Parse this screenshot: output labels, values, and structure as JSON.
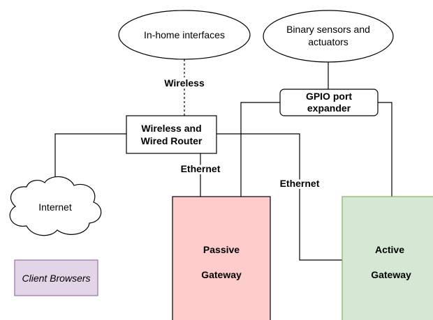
{
  "nodes": {
    "in_home_interfaces": {
      "label": "In-home interfaces"
    },
    "binary_sensors": {
      "label_line1": "Binary sensors and",
      "label_line2": "actuators"
    },
    "gpio_expander": {
      "label_line1": "GPIO port",
      "label_line2": "expander"
    },
    "router": {
      "label_line1": "Wireless and",
      "label_line2": "Wired Router"
    },
    "internet": {
      "label": "Internet"
    },
    "passive_gateway": {
      "label_line1": "Passive",
      "label_line2": "Gateway",
      "fill": "#ffcccc",
      "stroke": "#000000"
    },
    "active_gateway": {
      "label_line1": "Active",
      "label_line2": "Gateway",
      "fill": "#d5e8d4",
      "stroke": "#82b366"
    },
    "client_browsers": {
      "label": "Client Browsers",
      "fill": "#e1d5e7",
      "stroke": "#9673a6"
    }
  },
  "edge_labels": {
    "wireless": "Wireless",
    "ethernet_router_passive": "Ethernet",
    "ethernet_router_active": "Ethernet"
  }
}
